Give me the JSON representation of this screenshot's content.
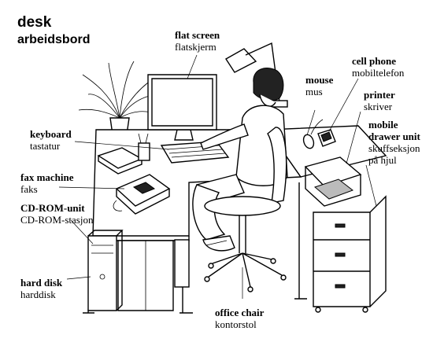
{
  "title": {
    "english": "desk",
    "norwegian": "arbeidsbord"
  },
  "labels": [
    {
      "id": "flat-screen",
      "english": "flat screen",
      "norwegian": "flatskjerm"
    },
    {
      "id": "cell-phone",
      "english": "cell phone",
      "norwegian": "mobiltelefon"
    },
    {
      "id": "mouse",
      "english": "mouse",
      "norwegian": "mus"
    },
    {
      "id": "printer",
      "english": "printer",
      "norwegian": "skriver"
    },
    {
      "id": "mobile-drawer-unit",
      "english": "mobile drawer unit",
      "norwegian": "skuffseksjon på hjul"
    },
    {
      "id": "keyboard",
      "english": "keyboard",
      "norwegian": "tastatur"
    },
    {
      "id": "fax-machine",
      "english": "fax machine",
      "norwegian": "faks"
    },
    {
      "id": "cd-rom-unit",
      "english": "CD-ROM-unit",
      "norwegian": "CD-ROM-stasjon"
    },
    {
      "id": "hard-disk",
      "english": "hard disk",
      "norwegian": "harddisk"
    },
    {
      "id": "office-chair",
      "english": "office chair",
      "norwegian": "kontorstol"
    }
  ]
}
